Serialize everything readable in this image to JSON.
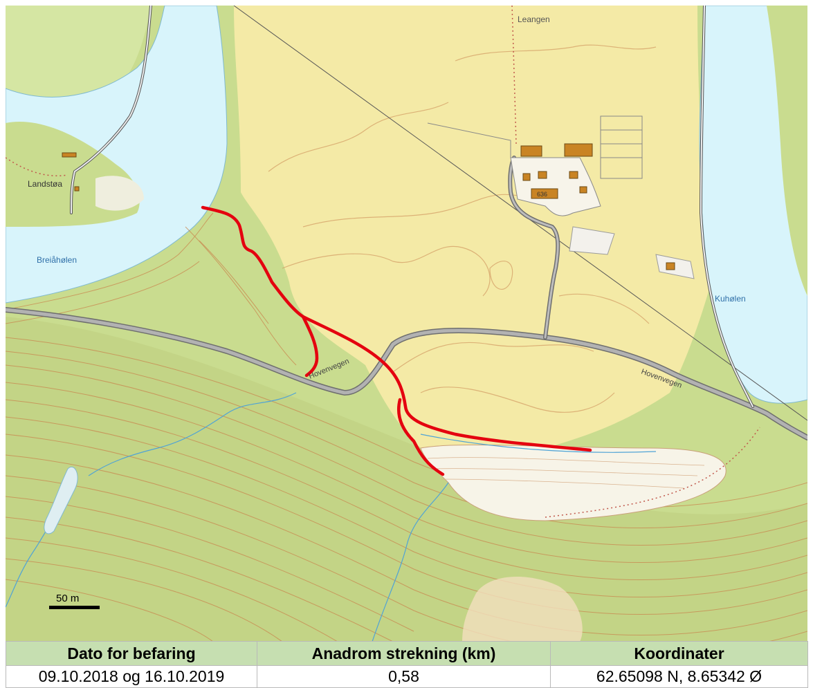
{
  "map": {
    "labels": {
      "leangen": "Leangen",
      "landstoa": "Landstøa",
      "breiaholen": "Breiåhølen",
      "kuholen": "Kuhølen",
      "road_west": "Hovenvegen",
      "road_east": "Hovenvegen",
      "house_number": "636"
    },
    "scale_bar": {
      "label": "50 m"
    },
    "colors": {
      "forest": "#c9dc8f",
      "field": "#f4eaa6",
      "water": "#d8f4fb",
      "contour": "#c9864e",
      "stream": "#4fa3d6",
      "road": "#8a8a8a",
      "anadromous_route": "#e4000f",
      "building": "#c98424",
      "quarry": "#f7f4e8"
    }
  },
  "table": {
    "headers": [
      "Dato for befaring",
      "Anadrom strekning (km)",
      "Koordinater"
    ],
    "row": [
      "09.10.2018 og 16.10.2019",
      "0,58",
      "62.65098 N, 8.65342 Ø"
    ]
  }
}
